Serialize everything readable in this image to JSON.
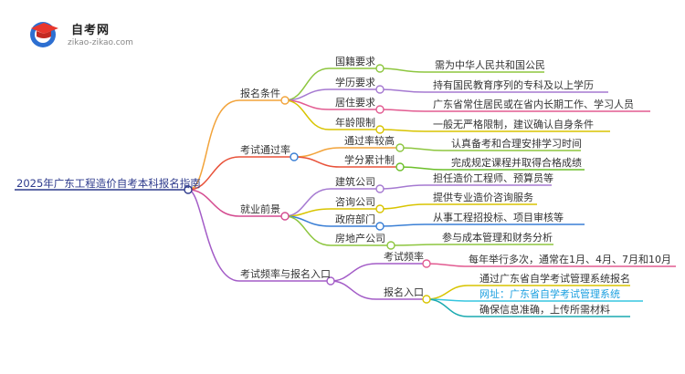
{
  "logo": {
    "title": "自考网",
    "url": "zikao-zikao.com"
  },
  "colors": {
    "root": "#2d3a8c",
    "branch1": "#f2a33a",
    "branch2": "#e8523a",
    "branch3": "#d44a8f",
    "branch4": "#a35cc7",
    "c_green": "#8dc63f",
    "c_purple": "#a579d1",
    "c_pink": "#e25b91",
    "c_yellow": "#d8c400",
    "c_orange": "#f2a33a",
    "c_blue": "#3a7fd5",
    "c_teal": "#1aaab0",
    "c_cyan": "#36c6e0",
    "c_lime": "#6cbf2a"
  },
  "root": {
    "label": "2025年广东工程造价自考本科报名指南"
  },
  "branches": [
    {
      "label": "报名条件",
      "items": [
        {
          "label": "国籍要求",
          "detail": "需为中华人民共和国公民"
        },
        {
          "label": "学历要求",
          "detail": "持有国民教育序列的专科及以上学历"
        },
        {
          "label": "居住要求",
          "detail": "广东省常住居民或在省内长期工作、学习人员"
        },
        {
          "label": "年龄限制",
          "detail": "一般无严格限制，建议确认自身条件"
        }
      ]
    },
    {
      "label": "考试通过率",
      "items": [
        {
          "label": "通过率较高",
          "detail": "认真备考和合理安排学习时间"
        },
        {
          "label": "学分累计制",
          "detail": "完成规定课程并取得合格成绩"
        }
      ]
    },
    {
      "label": "就业前景",
      "items": [
        {
          "label": "建筑公司",
          "detail": "担任造价工程师、预算员等"
        },
        {
          "label": "咨询公司",
          "detail": "提供专业造价咨询服务"
        },
        {
          "label": "政府部门",
          "detail": "从事工程招投标、项目审核等"
        },
        {
          "label": "房地产公司",
          "detail": "参与成本管理和财务分析"
        }
      ]
    },
    {
      "label": "考试频率与报名入口",
      "items": [
        {
          "label": "考试频率",
          "detail": "每年举行多次，通常在1月、4月、7月和10月"
        },
        {
          "label": "报名入口",
          "details": [
            "通过广东省自学考试管理系统报名",
            "网址：广东省自学考试管理系统",
            "确保信息准确，上传所需材料"
          ]
        }
      ]
    }
  ]
}
